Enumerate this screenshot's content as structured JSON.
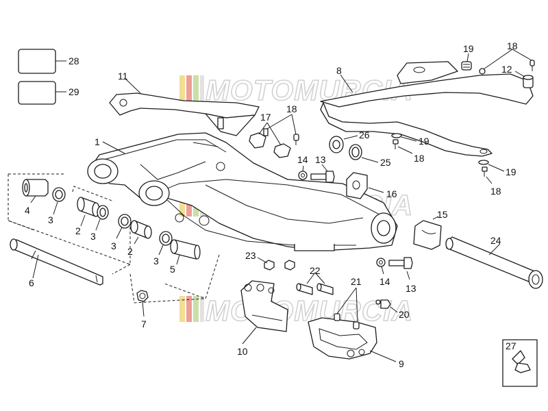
{
  "watermark": {
    "text": "MOTOMURCIA",
    "stripe_colors": [
      "#e8c23a",
      "#e05040",
      "#9ec45c",
      "#cfcfcf"
    ]
  },
  "callouts": {
    "c1": "1",
    "c2a": "2",
    "c2b": "2",
    "c3a": "3",
    "c3b": "3",
    "c3c": "3",
    "c3d": "3",
    "c4": "4",
    "c5": "5",
    "c6": "6",
    "c7": "7",
    "c8": "8",
    "c9": "9",
    "c10": "10",
    "c11": "11",
    "c12": "12",
    "c13a": "13",
    "c13b": "13",
    "c14a": "14",
    "c14b": "14",
    "c15": "15",
    "c16": "16",
    "c17": "17",
    "c18a": "18",
    "c18b": "18",
    "c18c": "18",
    "c18d": "18",
    "c19a": "19",
    "c19b": "19",
    "c19c": "19",
    "c20": "20",
    "c21": "21",
    "c22": "22",
    "c23": "23",
    "c24": "24",
    "c25": "25",
    "c26": "26",
    "c27": "27",
    "c28": "28",
    "c29": "29"
  }
}
